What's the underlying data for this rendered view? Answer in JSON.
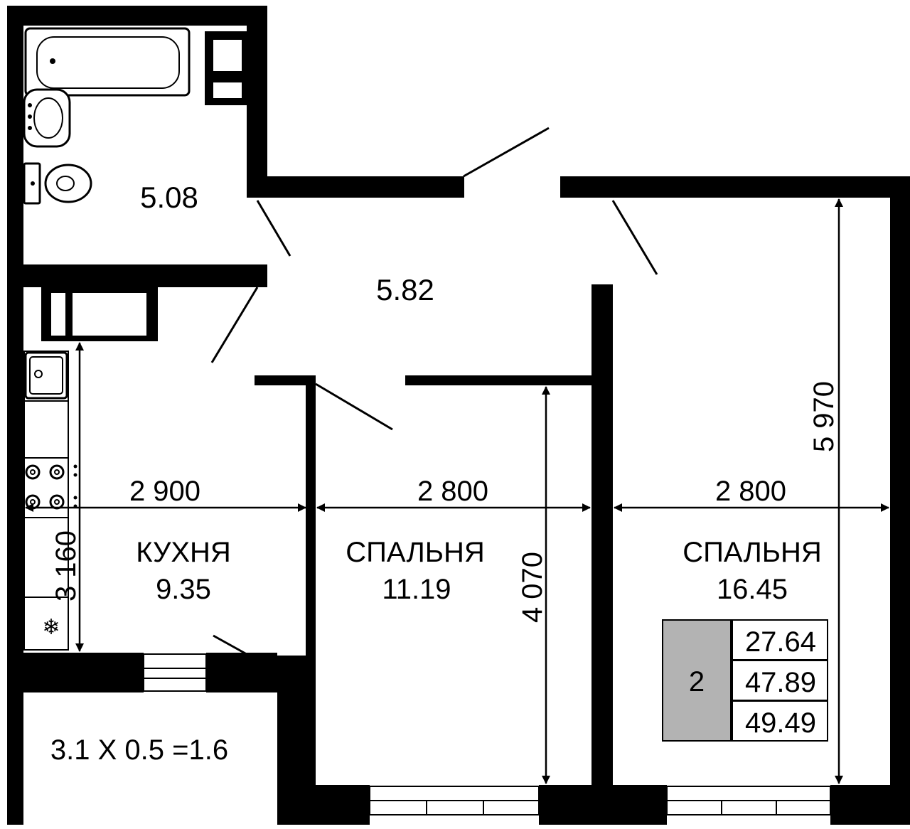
{
  "rooms": {
    "bathroom_area": "5.08",
    "hall_area": "5.82",
    "kitchen_name": "КУХНЯ",
    "kitchen_area": "9.35",
    "bedroom1_name": "СПАЛЬНЯ",
    "bedroom1_area": "11.19",
    "bedroom2_name": "СПАЛЬНЯ",
    "bedroom2_area": "16.45",
    "balcony_formula": "3.1 X 0.5 =1.6"
  },
  "dimensions": {
    "kitchen_width": "2 900",
    "kitchen_depth": "3 160",
    "bedroom1_width": "2 800",
    "bedroom1_depth": "4 070",
    "bedroom2_width": "2 800",
    "bedroom2_depth": "5 970"
  },
  "summary": {
    "room_count": "2",
    "living_area": "27.64",
    "total_area": "47.89",
    "total_with_balcony": "49.49"
  },
  "icons": {
    "snowflake": "❄"
  },
  "colors": {
    "wall": "#000000",
    "summary_box": "#b3b3b3"
  }
}
